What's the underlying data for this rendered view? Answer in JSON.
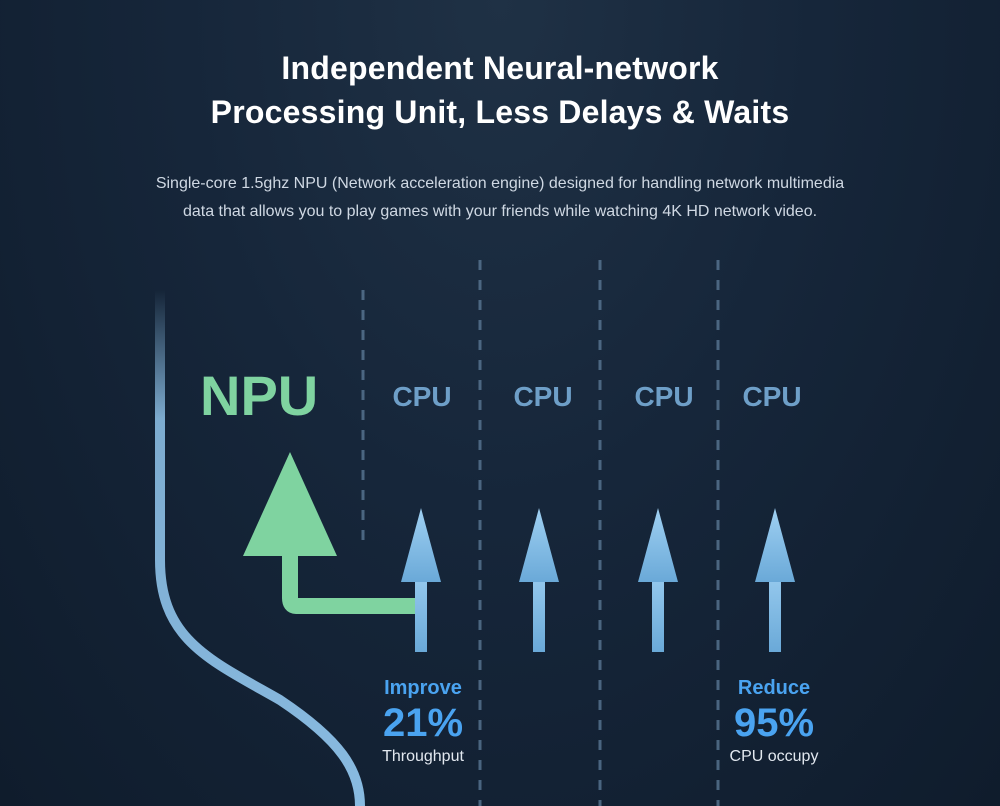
{
  "header": {
    "title_line1": "Independent Neural-network",
    "title_line2": "Processing Unit, Less Delays & Waits",
    "subtitle_line1": "Single-core 1.5ghz NPU (Network acceleration engine) designed for handling network multimedia",
    "subtitle_line2": "data that allows you to play games with your friends while watching 4K HD network video."
  },
  "diagram": {
    "npu_label": "NPU",
    "cpu_labels": [
      "CPU",
      "CPU",
      "CPU",
      "CPU"
    ]
  },
  "stats": {
    "left": {
      "kicker": "Improve",
      "value": "21%",
      "caption": "Throughput"
    },
    "right": {
      "kicker": "Reduce",
      "value": "95%",
      "caption": "CPU occupy"
    }
  },
  "colors": {
    "npu_green": "#7fd3a0",
    "cpu_blue": "#6e9fc8",
    "accent_blue": "#4aa3f0",
    "arrow_blue": "#8fc3ea"
  }
}
